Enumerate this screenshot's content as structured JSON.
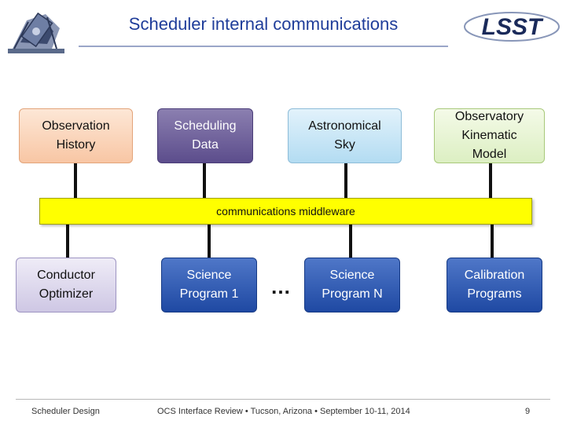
{
  "slide": {
    "title": "Scheduler internal communications",
    "top_row": [
      {
        "label": "Observation\nHistory",
        "style": "orange"
      },
      {
        "label": "Scheduling\nData",
        "style": "purple"
      },
      {
        "label": "Astronomical\nSky",
        "style": "blue"
      },
      {
        "label": "Observatory\nKinematic\nModel",
        "style": "green"
      }
    ],
    "bus_label": "communications middleware",
    "bottom_row": [
      {
        "label": "Conductor\nOptimizer",
        "style": "lavender"
      },
      {
        "label": "Science\nProgram 1",
        "style": "navy"
      },
      {
        "label": "Science\nProgram N",
        "style": "navy"
      },
      {
        "label": "Calibration\nPrograms",
        "style": "navy"
      }
    ],
    "ellipsis": "…",
    "logo_right_text": "LSST"
  },
  "footer": {
    "left": "Scheduler Design",
    "center": "OCS Interface Review • Tucson, Arizona • September 10-11, 2014",
    "page": "9"
  },
  "colors": {
    "title": "#1f3d9a",
    "bus": "#ffff00",
    "navy": "#1f49a3",
    "purple": "#5c4d8c"
  }
}
